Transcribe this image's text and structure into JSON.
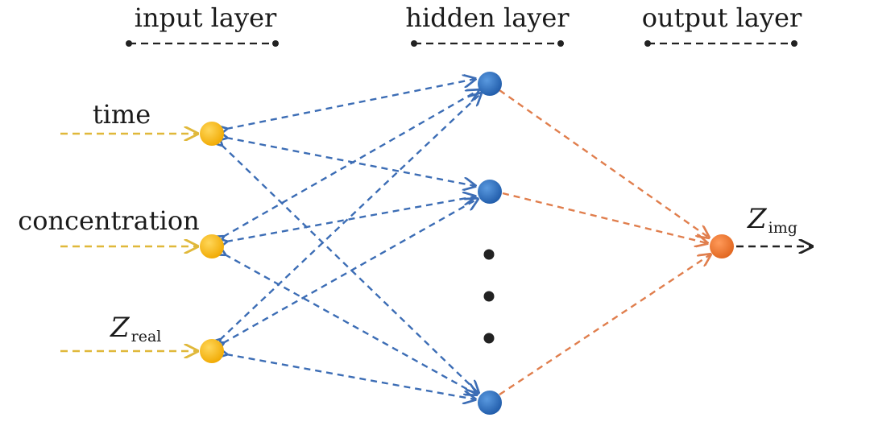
{
  "layers": {
    "input": "input layer",
    "hidden": "hidden layer",
    "output": "output layer"
  },
  "inputs": {
    "time": "time",
    "concentration": "concentration",
    "z_real_symbol": "Z",
    "z_real_subscript": "real"
  },
  "output": {
    "symbol": "Z",
    "subscript": "img"
  },
  "colors": {
    "input_node": "#f4b418",
    "input_arrow": "#e0b83a",
    "hidden_node": "#2f6fc0",
    "hidden_arrow": "#3c6db5",
    "output_node": "#e8783a",
    "output_arrow": "#e07e4d",
    "header_dash": "#222222",
    "ellipsis_dot": "#222222"
  }
}
